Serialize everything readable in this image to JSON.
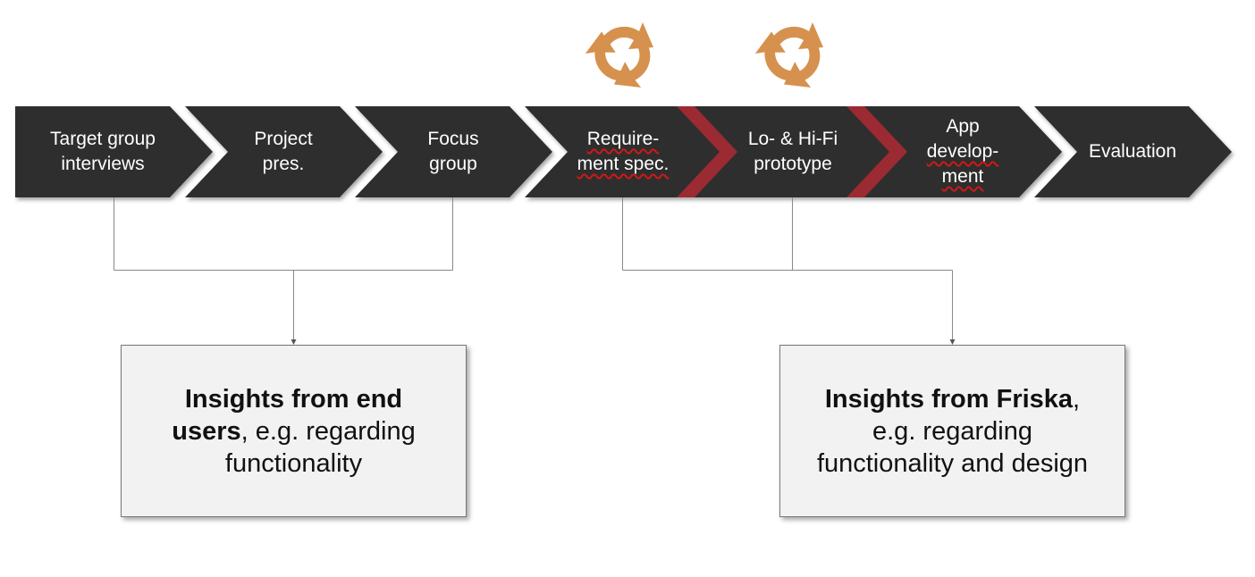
{
  "colors": {
    "chevron": "#2f2f2f",
    "accent_chevron": "#9b2a33",
    "cycle_icon": "#d6914e",
    "connector": "#888888",
    "box_fill": "#f2f2f2"
  },
  "steps": [
    {
      "lines": [
        "Target group",
        "interviews"
      ]
    },
    {
      "lines": [
        "Project",
        "pres."
      ]
    },
    {
      "lines": [
        "Focus",
        "group"
      ]
    },
    {
      "lines": [
        "Require-",
        "ment spec."
      ]
    },
    {
      "lines": [
        "Lo- & Hi-Fi",
        "prototype"
      ]
    },
    {
      "lines": [
        "App",
        "develop-",
        "ment"
      ]
    },
    {
      "lines": [
        "Evaluation"
      ]
    }
  ],
  "icons": [
    {
      "name": "refresh-cycle-icon",
      "above_step": 3
    },
    {
      "name": "refresh-cycle-icon",
      "above_step": 4
    }
  ],
  "insights": [
    {
      "bold_1": "Insights from end",
      "bold_2": "users",
      "rest_2": ", e.g. regarding",
      "line_3": "functionality"
    },
    {
      "bold_1": "Insights from Friska",
      "rest_1": ",",
      "line_2": "e.g. regarding",
      "line_3": "functionality and design"
    }
  ]
}
